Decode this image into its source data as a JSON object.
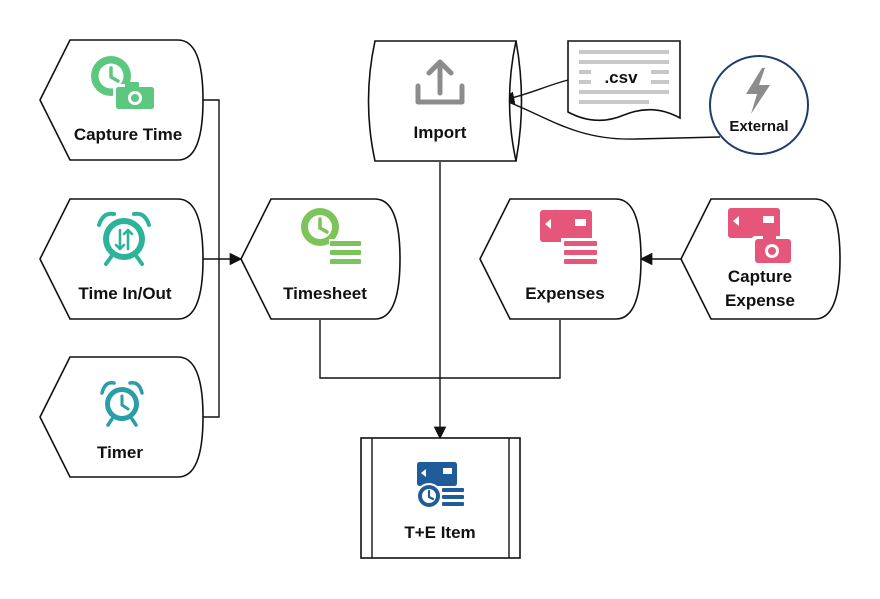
{
  "nodes": {
    "capture_time": {
      "label": "Capture Time",
      "icon": "clock-camera-icon",
      "color": "#5BC77F"
    },
    "time_in_out": {
      "label": "Time In/Out",
      "icon": "alarm-clock-arrows-icon",
      "color": "#2DB39A"
    },
    "timer": {
      "label": "Timer",
      "icon": "alarm-clock-icon",
      "color": "#2A9DA6"
    },
    "timesheet": {
      "label": "Timesheet",
      "icon": "clock-list-icon",
      "color": "#7CC45A"
    },
    "import": {
      "label": "Import",
      "icon": "upload-icon",
      "color": "#8C8C8C"
    },
    "csv": {
      "label": ".csv",
      "icon": "document-icon"
    },
    "external": {
      "label": "External",
      "icon": "lightning-icon",
      "color": "#8C8C8C",
      "border": "#1F3D6B"
    },
    "expenses": {
      "label": "Expenses",
      "icon": "card-list-icon",
      "color": "#E5567A"
    },
    "capture_expense": {
      "label_line1": "Capture",
      "label_line2": "Expense",
      "icon": "card-camera-icon",
      "color": "#E5567A"
    },
    "te_item": {
      "label": "T+E Item",
      "icon": "card-clock-list-icon",
      "color": "#1F5C99"
    }
  }
}
